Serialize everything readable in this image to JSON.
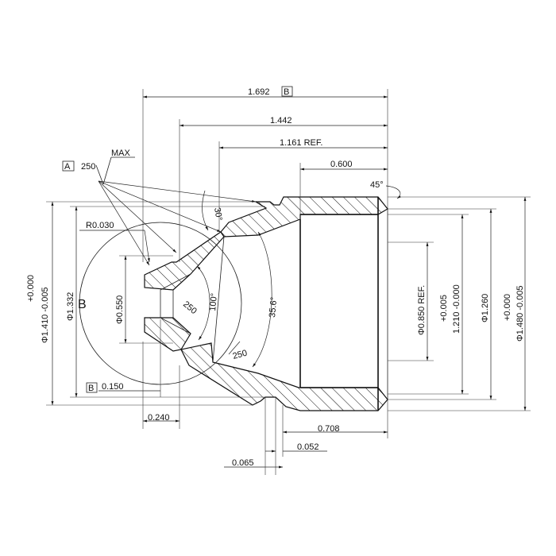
{
  "drawing": {
    "dim_overall_length": "1.692",
    "datum_b_ref_top": "B",
    "dim_length_2": "1.442",
    "dim_ref_length": "1.161 REF.",
    "dim_bore_depth": "0.600",
    "chamfer_angle": "45°",
    "datum_a": "A",
    "surface_finish_250": "250",
    "surface_finish_max": "MAX",
    "radius_label": "R0.030",
    "angle_30": "30°",
    "angle_100": "100°",
    "angle_35_6": "35.6°",
    "finish_250_inner": "250",
    "finish_250_lower": "250",
    "dia_0550": "Φ0.550",
    "dia_1332": "Φ1.332",
    "dia_1410_tol_upper": "+0.000",
    "dia_1410_main": "Φ1.410 -0.005",
    "dia_0850_ref": "Φ0.850 REF.",
    "dia_1210_tol_upper": "+0.005",
    "dia_1210_main": "1.210 -0.000",
    "dia_1260": "Φ1.260",
    "dia_1480_tol_upper": "+0.000",
    "dia_1480_main": "Φ1.480 -0.005",
    "datum_b_letter": "B",
    "detail_label": "B",
    "dim_0150": "0.150",
    "dim_0240": "0.240",
    "dim_0708": "0.708",
    "dim_0065": "0.065",
    "dim_0052": "0.052"
  }
}
